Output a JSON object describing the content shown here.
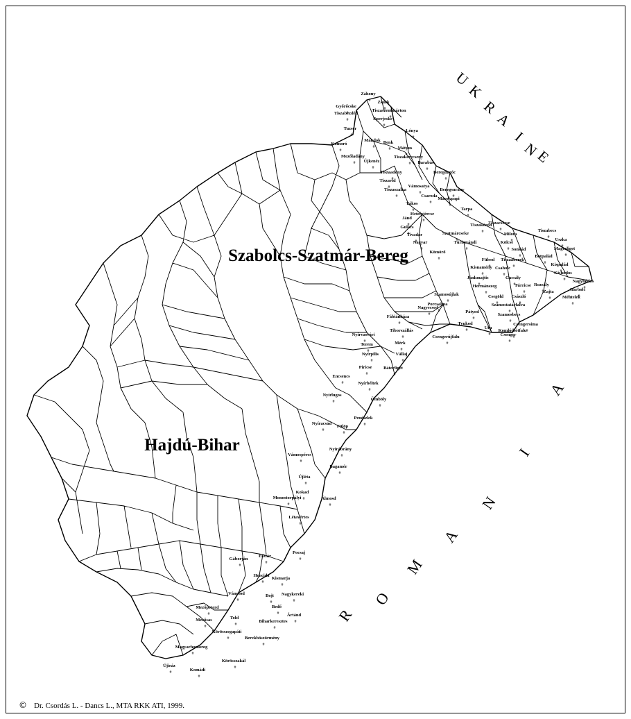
{
  "regions": [
    {
      "id": "szabolcs",
      "name": "Szabolcs-Szatmár-Bereg"
    },
    {
      "id": "hajdu",
      "name": "Hajdú-Bihar"
    }
  ],
  "countries": [
    {
      "id": "ukraine",
      "letters": [
        "U",
        "K",
        "R",
        "A",
        "I",
        "N",
        "E"
      ]
    },
    {
      "id": "romania",
      "letters": [
        "R",
        "O",
        "M",
        "A",
        "N",
        "I",
        "A"
      ]
    }
  ],
  "copyright": {
    "symbol": "©",
    "text": "Dr. Csordás L. - Dancs L., MTA RKK ATI, 1999."
  },
  "municipalities": [
    "Záhony",
    "Zsurk",
    "Győrőcske",
    "Tiszabezdéd",
    "Tiszaszentmárton",
    "Eperjeske",
    "Lónya",
    "Tuzsér",
    "Mándok",
    "Benk",
    "Mátyus",
    "Komoró",
    "Mezőladány",
    "Tiszakerecseny",
    "Újkenéz",
    "Barabás",
    "Tiszaadony",
    "Beregdaróc",
    "Tiszavid",
    "Tiszaszalka",
    "Vámosatya",
    "Beregsurány",
    "Csaroda",
    "Márokpapi",
    "Tákos",
    "Hetefejércse",
    "Tarpa",
    "Jánd",
    "Gulács",
    "Tiszacsécse",
    "Tiszabecs",
    "Tiszakóród",
    "Milota",
    "Uszka",
    "Tivadar",
    "Szatmárcseke",
    "Kölcse",
    "Magosliget",
    "Nagyar",
    "Túristvándi",
    "Sonkád",
    "Botpalád",
    "Kömörő",
    "Tiszaaberek",
    "Kispalád",
    "Fülesd",
    "Csaholc",
    "Kishódos",
    "Nagyhódos",
    "Garbolc",
    "Méhtelek",
    "Kisnamény",
    "Jánkmajtis",
    "Gacsály",
    "Túrricse",
    "Zajta",
    "Hermánszeg",
    "Rozsály",
    "Szamosújlak",
    "Csegöld",
    "Császló",
    "Porcsalma",
    "Szamostatárfalva",
    "Nagyecsed",
    "Pátyod",
    "Szamosbecs",
    "Fábiánháza",
    "Tyukod",
    "Csengersima",
    "Ura",
    "Tiborszállás",
    "Komlódtótfalu",
    "Csenger",
    "Csengerújfalu",
    "Nyírvasvári",
    "Terem",
    "Mérk",
    "Nyírpilis",
    "Vállaj",
    "Piricse",
    "Bátorliget",
    "Encsencs",
    "Nyírbéltek",
    "Ömböly",
    "Nyírlugos",
    "Penészlek",
    "Nyíracsád",
    "Fülöp",
    "Nyírábrány",
    "Vámospércs",
    "Bagamér",
    "Újléta",
    "Kokad",
    "Álmosd",
    "Létavértes",
    "Monostorpályi",
    "Pocsaj",
    "Esztár",
    "Gáborján",
    "Hencida",
    "Kismarja",
    "Bojt",
    "Nagykereki",
    "Váncsod",
    "Bedő",
    "Mezőpeterd",
    "Ártánd",
    "Told",
    "Biharkeresztes",
    "Mezősas",
    "Körösszegapáti",
    "Berekböszörmény",
    "Magyarhomorog",
    "Körösszakál",
    "Újiráz",
    "Komádi"
  ]
}
